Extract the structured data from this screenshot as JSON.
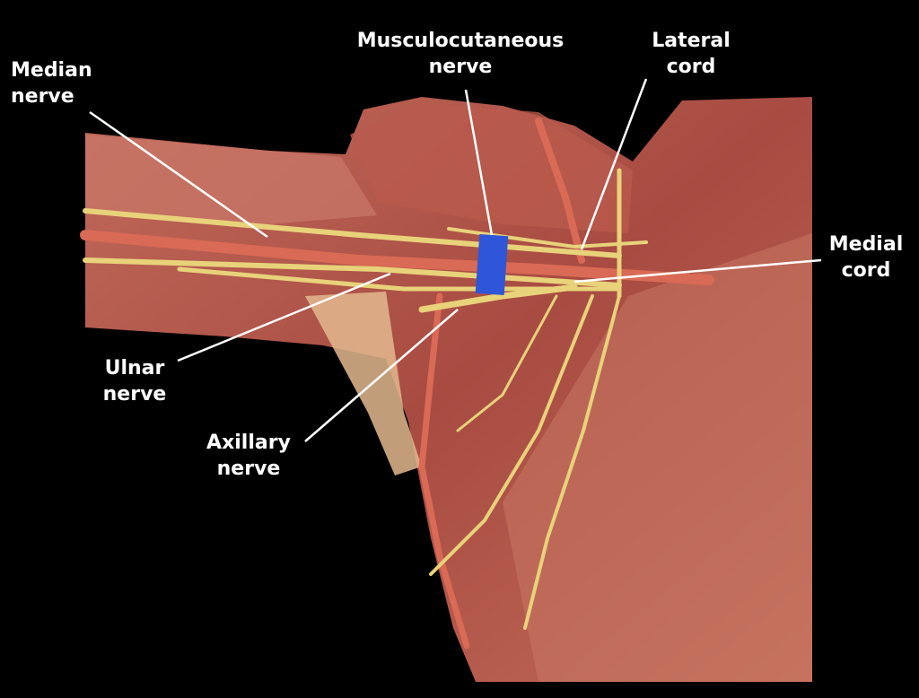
{
  "labels": {
    "median_nerve": [
      "Median",
      "nerve"
    ],
    "musculocutaneous_nerve": [
      "Musculocutaneous",
      "nerve"
    ],
    "lateral_cord": [
      "Lateral",
      "cord"
    ],
    "medial_cord": [
      "Medial",
      "cord"
    ],
    "ulnar_nerve": [
      "Ulnar",
      "nerve"
    ],
    "axillary_nerve": [
      "Axillary",
      "nerve"
    ]
  },
  "colors": {
    "background": "#000000",
    "muscle": "#b85a4e",
    "nerve": "#e8d27a",
    "artery": "#d96a55",
    "marker": "#2f55d8",
    "label": "#ffffff"
  }
}
